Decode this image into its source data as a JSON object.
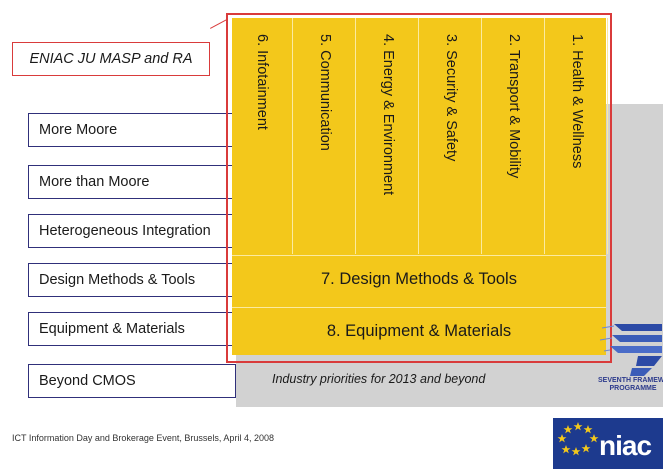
{
  "callout": {
    "label": "ENIAC JU MASP and RA"
  },
  "left_labels": [
    "More Moore",
    "More than Moore",
    "Heterogeneous Integration",
    "Design Methods & Tools",
    "Equipment & Materials",
    "Beyond CMOS"
  ],
  "columns": [
    "6. Infotainment",
    "5. Communication",
    "4. Energy & Environment",
    "3. Security & Safety",
    "2. Transport & Mobility",
    "1. Health & Wellness"
  ],
  "rows": [
    "7. Design Methods & Tools",
    "8. Equipment & Materials"
  ],
  "caption": "Industry priorities for 2013 and beyond",
  "fp7": {
    "line1": "SEVENTH FRAMEWO",
    "line2": "PROGRAMME"
  },
  "eniac": {
    "name": "niac"
  },
  "footer": "ICT Information Day and Brokerage Event, Brussels, April 4, 2008",
  "colors": {
    "yellow": "#f3c81b",
    "red_frame": "#d93b3b",
    "grey_band": "#d2d2d2",
    "label_border": "#30307a",
    "eniac_blue": "#1d3a8e"
  }
}
